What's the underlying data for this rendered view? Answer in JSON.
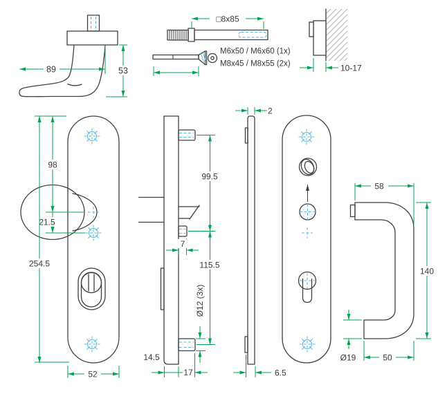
{
  "drawing": {
    "type": "technical-drawing",
    "subject": "security door fitting set (plates, handle, pull handle, fixings)"
  },
  "colors": {
    "line": "#3f3f3f",
    "dimension": "#00a551",
    "accent": "#55b8e6",
    "hatch": "#b3b3b3",
    "text": "#3a3a3a",
    "background": "#ffffff"
  },
  "views": {
    "handle_side": {
      "name": "handle side view",
      "dims": {
        "width": "89",
        "height": "53"
      }
    },
    "spindle": {
      "name": "spindle",
      "label": "□8x85"
    },
    "screws": {
      "name": "fixing screws",
      "line1": "M6x50 / M6x60 (1x)",
      "line2": "M8x45 / M8x55 (2x)"
    },
    "wall_section": {
      "name": "door thickness section",
      "dim": "10-17"
    },
    "exterior_plate": {
      "name": "exterior plate front view",
      "dims": {
        "top_to_handle": "98",
        "handle_to_cylinder": "21.5",
        "total_height": "254.5",
        "width": "52"
      }
    },
    "plate_profile": {
      "name": "plate side profile",
      "dims": {
        "upper_hole_spacing": "99.5",
        "peg_length": "7",
        "lower_hole_spacing": "115.5",
        "peg_diameter": "Ø12 (3x)",
        "plate_thickness": "14.5",
        "peg_depth": "17"
      }
    },
    "inner_shield": {
      "name": "inner shield profile",
      "dims": {
        "thickness": "2",
        "depth": "6.5"
      }
    },
    "interior_plate": {
      "name": "interior plate front view"
    },
    "pull_handle": {
      "name": "pull handle side view",
      "dims": {
        "top_width": "58",
        "height": "140",
        "tube_diameter": "Ø19",
        "bottom_width": "50"
      }
    }
  }
}
